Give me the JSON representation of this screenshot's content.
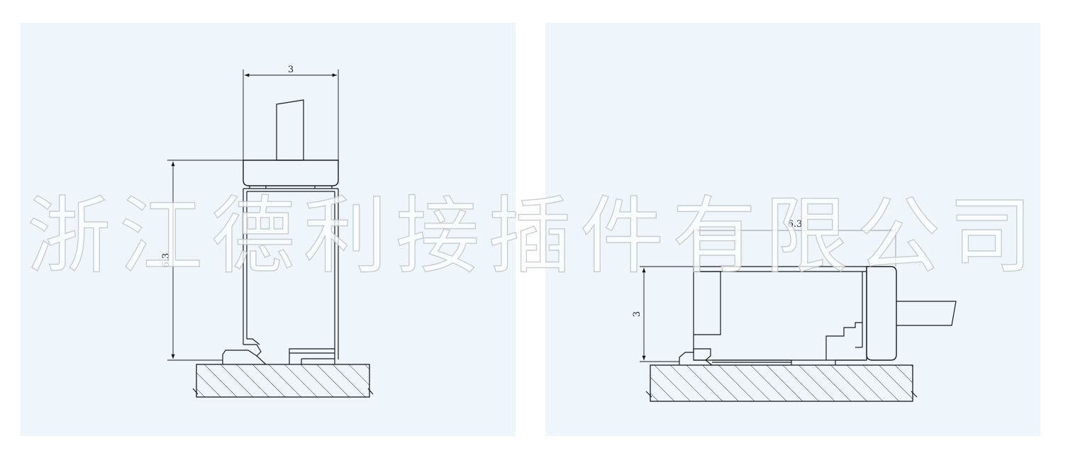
{
  "watermark": {
    "text": "浙江德利接插件有限公司"
  },
  "views": {
    "side": {
      "height_dimension": "6.3",
      "width_dimension": "3"
    },
    "front": {
      "height_dimension": "3",
      "width_dimension": "6.3"
    }
  },
  "colors": {
    "panel_background": "#eef6fb",
    "line": "#1a1a1a",
    "hatch": "#333333",
    "dimension_arrow_gray": "#9a9a9a"
  }
}
